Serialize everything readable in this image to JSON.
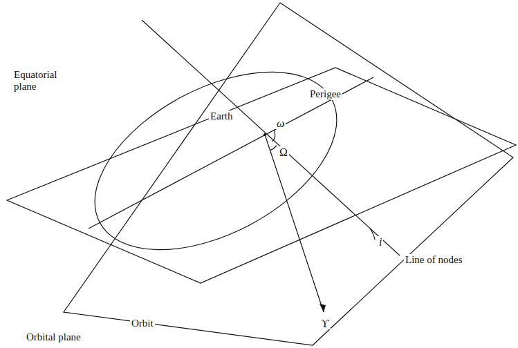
{
  "diagram": {
    "labels": [
      "Equatorial plane",
      "Earth",
      "Perigee",
      "ω",
      "Ω",
      "i",
      "Line of nodes",
      "Orbit",
      "Orbital plane",
      "ϒ"
    ]
  }
}
